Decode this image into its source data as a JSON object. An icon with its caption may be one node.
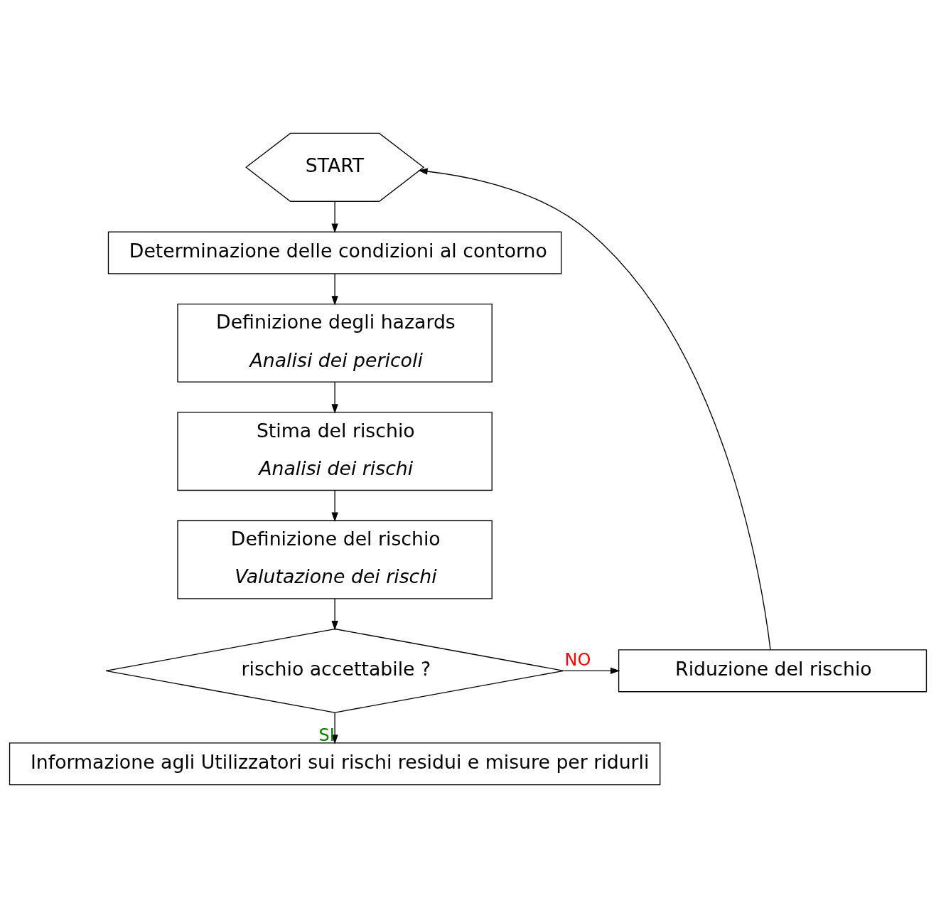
{
  "diagram": {
    "nodes": [
      {
        "text": [
          "START"
        ]
      },
      {
        "text": [
          "Determinazione delle condizioni al contorno"
        ]
      },
      {
        "text": [
          "Definizione degli hazards",
          "Analisi dei pericoli"
        ]
      },
      {
        "text": [
          "Stima del rischio",
          "Analisi dei rischi"
        ]
      },
      {
        "text": [
          "Definizione del rischio",
          "Valutazione dei rischi"
        ]
      },
      {
        "text": [
          "rischio accettabile ?"
        ]
      },
      {
        "text": [
          "Riduzione del rischio"
        ]
      },
      {
        "text": [
          "Informazione agli Utilizzatori sui rischi residui e misure per ridurli"
        ]
      }
    ],
    "edges": [
      {
        "from": 0,
        "to": 1,
        "arrow": "to"
      },
      {
        "from": 1,
        "to": 2,
        "arrow": "to"
      },
      {
        "from": 2,
        "to": 3,
        "arrow": "to"
      },
      {
        "from": 3,
        "to": 4,
        "arrow": "to"
      },
      {
        "from": 4,
        "to": 5,
        "arrow": "to"
      },
      {
        "from": 5,
        "to": 6,
        "arrow": "to",
        "label": "NO"
      },
      {
        "from": 5,
        "to": 7,
        "arrow": "to",
        "label": "SI"
      },
      {
        "from": 6,
        "to": 0,
        "arrow": "to"
      }
    ]
  }
}
